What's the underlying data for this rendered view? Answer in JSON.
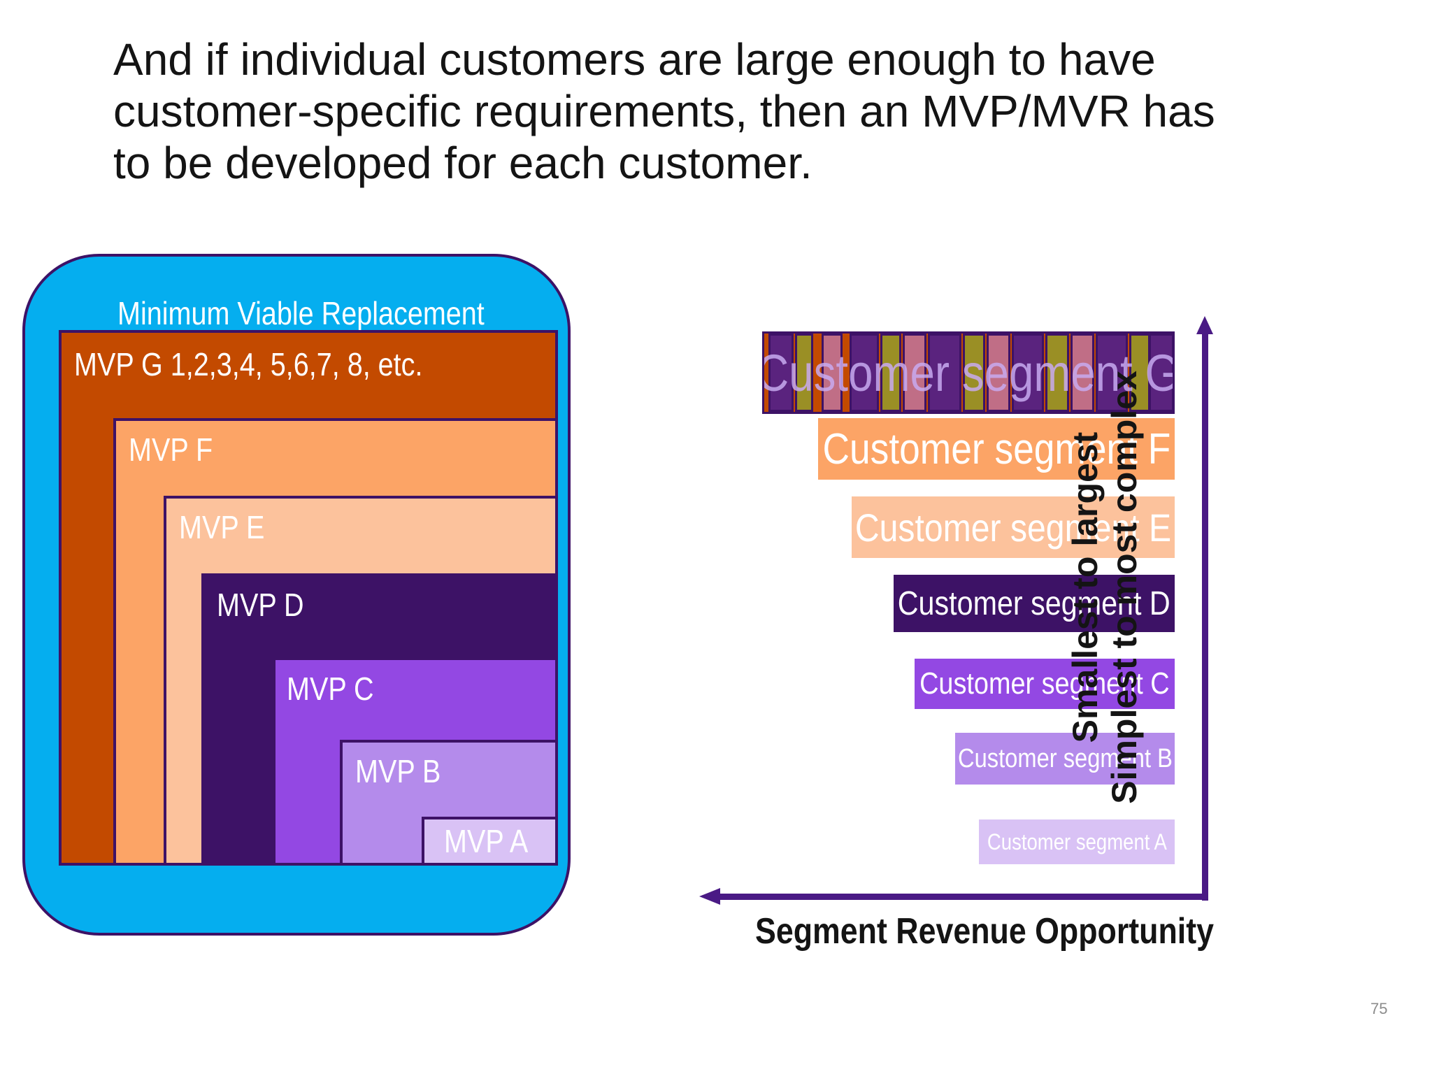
{
  "title": {
    "lines": [
      "And if individual customers are large enough to have",
      "customer-specific requirements, then an MVP/MVR has",
      "to be developed for each customer."
    ]
  },
  "mvr": {
    "title": "Minimum Viable Replacement",
    "boxes": [
      {
        "label": "MVP G 1,2,3,4, 5,6,7, 8, etc.",
        "color": "#c34a00"
      },
      {
        "label": "MVP F",
        "color": "#fca466"
      },
      {
        "label": "MVP E",
        "color": "#fcc29c"
      },
      {
        "label": "MVP D",
        "color": "#3d1266"
      },
      {
        "label": "MVP C",
        "color": "#9348e3"
      },
      {
        "label": "MVP B",
        "color": "#b48beb"
      },
      {
        "label": "MVP A",
        "color": "#d9c2f5"
      }
    ]
  },
  "segments": [
    {
      "label": "Customer segment G",
      "color": "#c34a00"
    },
    {
      "label": "Customer segment F",
      "color": "#fca466"
    },
    {
      "label": "Customer segment E",
      "color": "#fcc29c"
    },
    {
      "label": "Customer segment D",
      "color": "#3d1266"
    },
    {
      "label": "Customer segment C",
      "color": "#9348e3"
    },
    {
      "label": "Customer segment B",
      "color": "#b48beb"
    },
    {
      "label": "Customer segment A",
      "color": "#d9c2f5"
    }
  ],
  "axes": {
    "x_label": "Segment Revenue Opportunity",
    "y_label_lines": [
      "Smallest to largest",
      "Simplest to most complex"
    ]
  },
  "page_number": "75"
}
